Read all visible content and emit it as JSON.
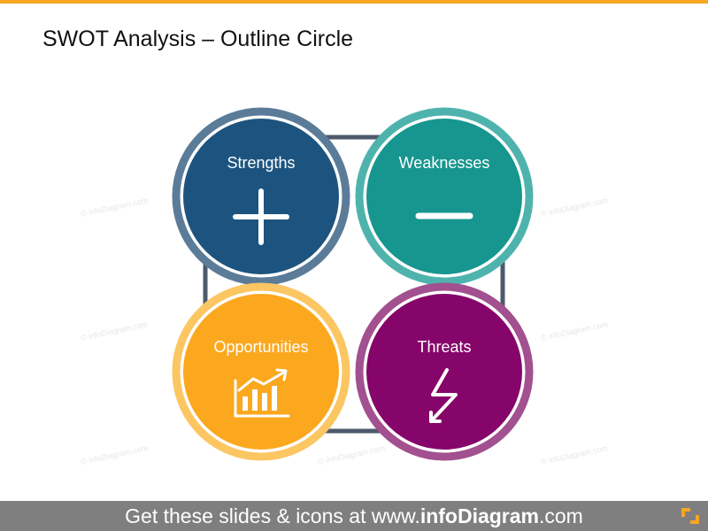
{
  "title": "SWOT Analysis – Outline Circle",
  "colors": {
    "accent_bar": "#f5a623",
    "connector_ring": "#4d5a6b",
    "footer_bg": "#7f7f7f",
    "logo": "#f5a623"
  },
  "quadrants": [
    {
      "label": "Strengths",
      "icon": "plus-icon",
      "fill": "#1d547f",
      "ring": "#5b7c99"
    },
    {
      "label": "Weaknesses",
      "icon": "minus-icon",
      "fill": "#17968f",
      "ring": "#4fb3ad"
    },
    {
      "label": "Opportunities",
      "icon": "growth-chart-icon",
      "fill": "#fba81f",
      "ring": "#fcc663"
    },
    {
      "label": "Threats",
      "icon": "lightning-arrow-icon",
      "fill": "#86056a",
      "ring": "#a2508f"
    }
  ],
  "watermark": "© infoDiagram.com",
  "footer": {
    "prefix": "Get these slides & icons at www.",
    "brand": "infoDiagram",
    "suffix": ".com",
    "logo_icon": "infodiagram-logo-icon"
  }
}
